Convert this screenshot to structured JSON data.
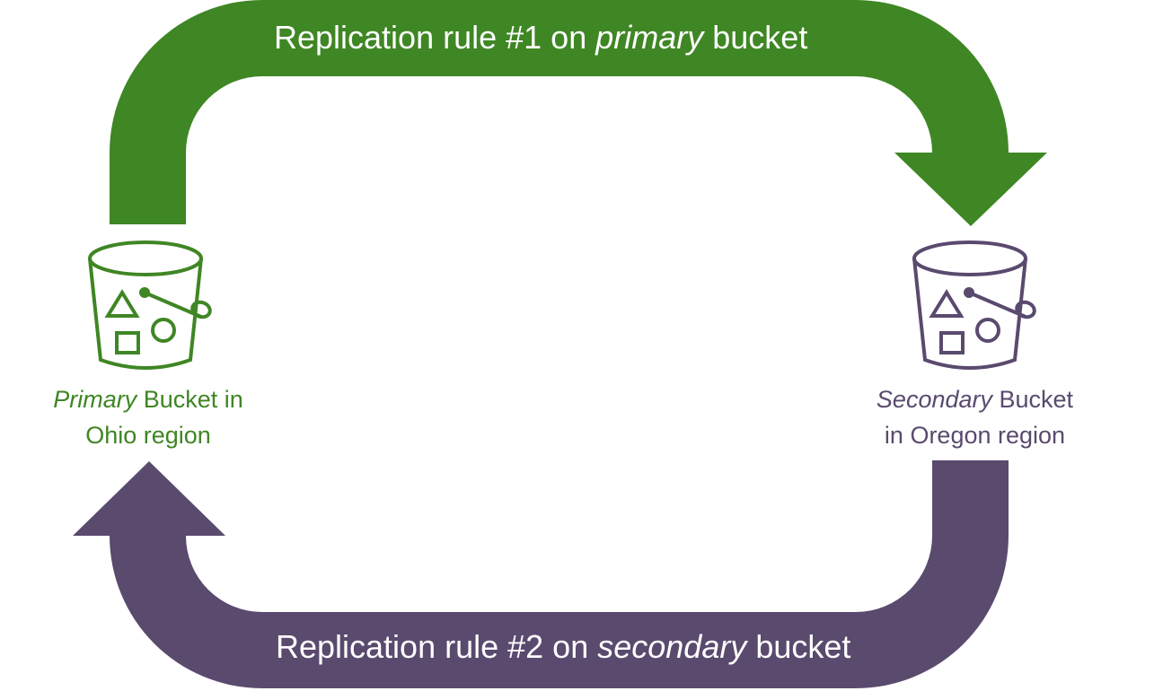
{
  "colors": {
    "primary": "#3f8624",
    "secondary": "#5a4a6e",
    "arrow_text": "#ffffff"
  },
  "arrows": {
    "rule1": {
      "prefix": "Replication rule #1 on ",
      "emphasis": "primary",
      "suffix": " bucket"
    },
    "rule2": {
      "prefix": "Replication rule #2 on ",
      "emphasis": "secondary",
      "suffix": " bucket"
    }
  },
  "buckets": {
    "primary": {
      "emphasis": "Primary",
      "line1_rest": " Bucket in",
      "line2": "Ohio region",
      "icon": "s3-bucket-icon"
    },
    "secondary": {
      "emphasis": "Secondary",
      "line1_rest": " Bucket",
      "line2": "in Oregon region",
      "icon": "s3-bucket-icon"
    }
  }
}
